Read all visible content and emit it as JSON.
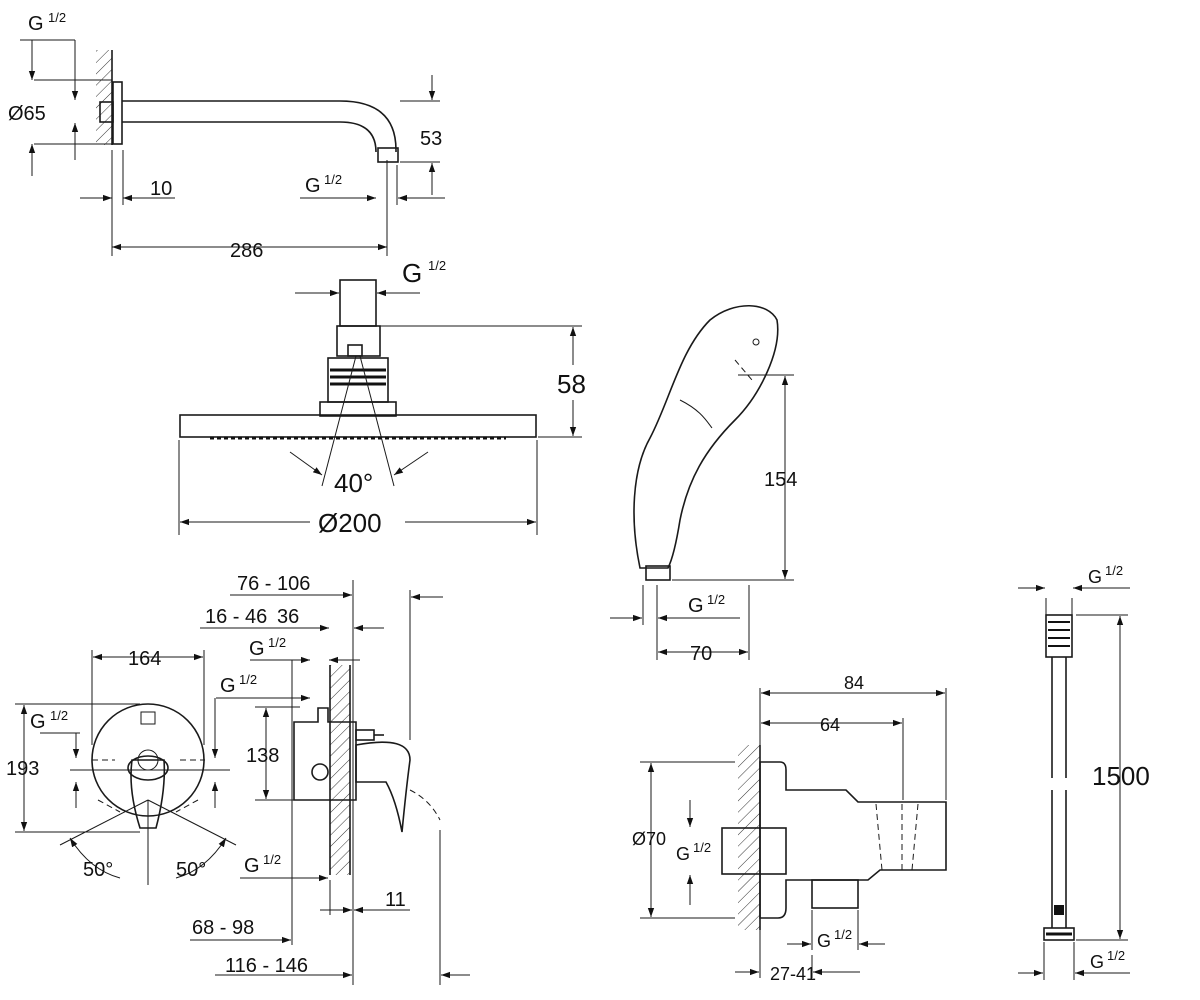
{
  "shower_arm": {
    "thread_top": "G",
    "thread_frac": "1/2",
    "dia": "Ø65",
    "wall_gap": "10",
    "height": "53",
    "outlet_thread": "G",
    "outlet_frac": "1/2",
    "length": "286"
  },
  "head_shower": {
    "thread": "G",
    "thread_frac": "1/2",
    "height": "58",
    "angle": "40°",
    "diameter": "Ø200"
  },
  "hand_shower": {
    "length": "154",
    "thread": "G",
    "thread_frac": "1/2",
    "width": "70"
  },
  "mixer": {
    "depth_range": "76 - 106",
    "wall_range": "16 - 46",
    "wall_min": "36",
    "thread_a": "G",
    "thread_a_frac": "1/2",
    "thread_b": "G",
    "thread_b_frac": "1/2",
    "width": "164",
    "thread_left": "G",
    "thread_left_frac": "1/2",
    "height_total": "193",
    "height_inner": "138",
    "angle_left": "50°",
    "angle_right": "50°",
    "thread_bottom": "G",
    "thread_bottom_frac": "1/2",
    "plate": "11",
    "install_range": "68 - 98",
    "total_range": "116 - 146"
  },
  "wall_outlet": {
    "depth_total": "84",
    "depth_inner": "64",
    "dia": "Ø70",
    "thread_in": "G",
    "thread_in_frac": "1/2",
    "thread_out": "G",
    "thread_out_frac": "1/2",
    "range": "27-41"
  },
  "hose": {
    "thread_top": "G",
    "thread_top_frac": "1/2",
    "length": "1500",
    "thread_bottom": "G",
    "thread_bottom_frac": "1/2"
  }
}
